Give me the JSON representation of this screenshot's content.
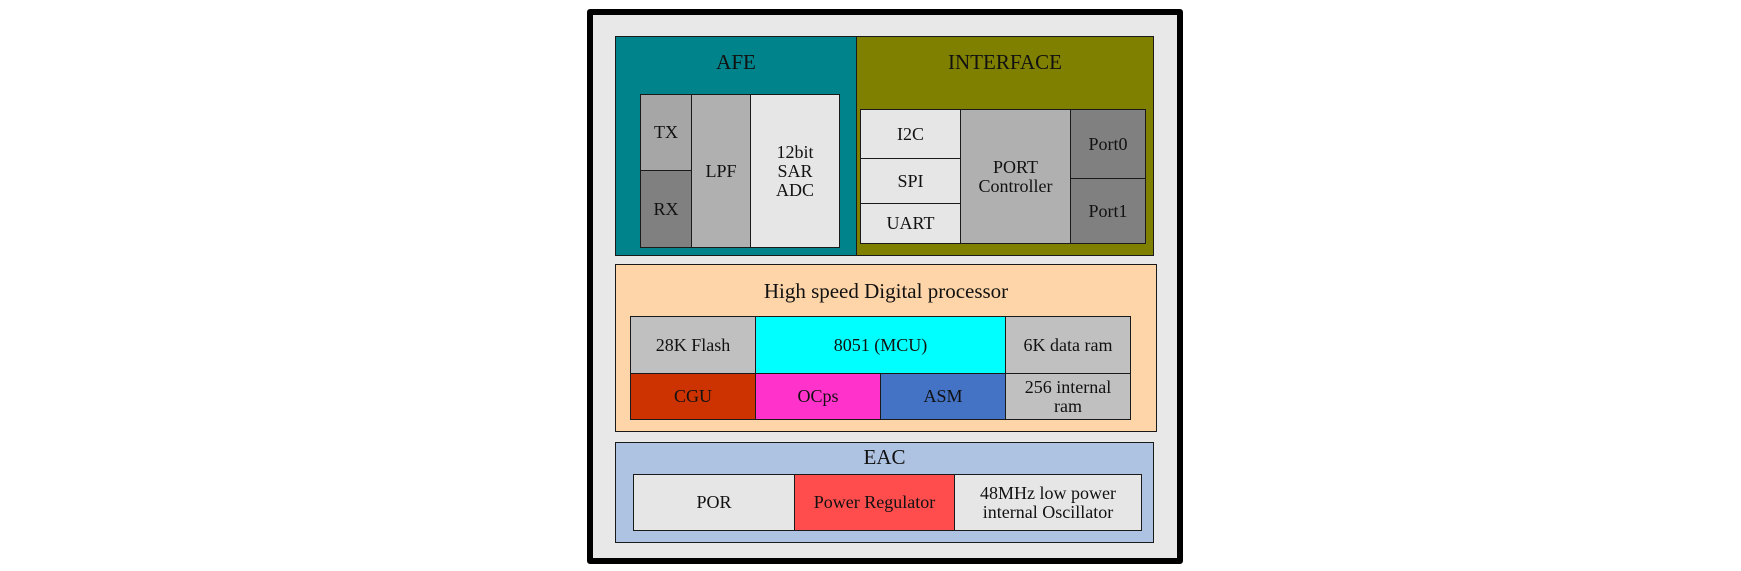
{
  "afe": {
    "title": "AFE",
    "tx": "TX",
    "rx": "RX",
    "lpf": "LPF",
    "adc": "12bit\nSAR\nADC",
    "colors": {
      "panel": "#00838a",
      "tx": "#a6a6a6",
      "rx": "#808080",
      "lpf": "#b0b0b0",
      "adc": "#e6e6e6"
    }
  },
  "interface": {
    "title": "INTERFACE",
    "i2c": "I2C",
    "spi": "SPI",
    "uart": "UART",
    "port_controller": "PORT\nController",
    "port0": "Port0",
    "port1": "Port1",
    "colors": {
      "panel": "#808000",
      "bus": "#e6e6e6",
      "controller": "#b0b0b0",
      "port": "#808080"
    }
  },
  "processor": {
    "title": "High speed Digital processor",
    "flash": "28K Flash",
    "mcu": "8051 (MCU)",
    "data_ram": "6K data ram",
    "cgu": "CGU",
    "ocps": "OCps",
    "asm": "ASM",
    "internal_ram": "256 internal\nram",
    "colors": {
      "panel": "#fdd5a8",
      "flash": "#c0c0c0",
      "mcu": "#00ffff",
      "ram": "#c0c0c0",
      "cgu": "#cc3300",
      "ocps": "#ff33cc",
      "asm": "#4472c4"
    }
  },
  "eac": {
    "title": "EAC",
    "por": "POR",
    "regulator": "Power Regulator",
    "oscillator": "48MHz low power\ninternal Oscillator",
    "colors": {
      "panel": "#aec2e2",
      "por": "#e6e6e6",
      "regulator": "#ff4d4d",
      "oscillator": "#e6e6e6"
    }
  }
}
